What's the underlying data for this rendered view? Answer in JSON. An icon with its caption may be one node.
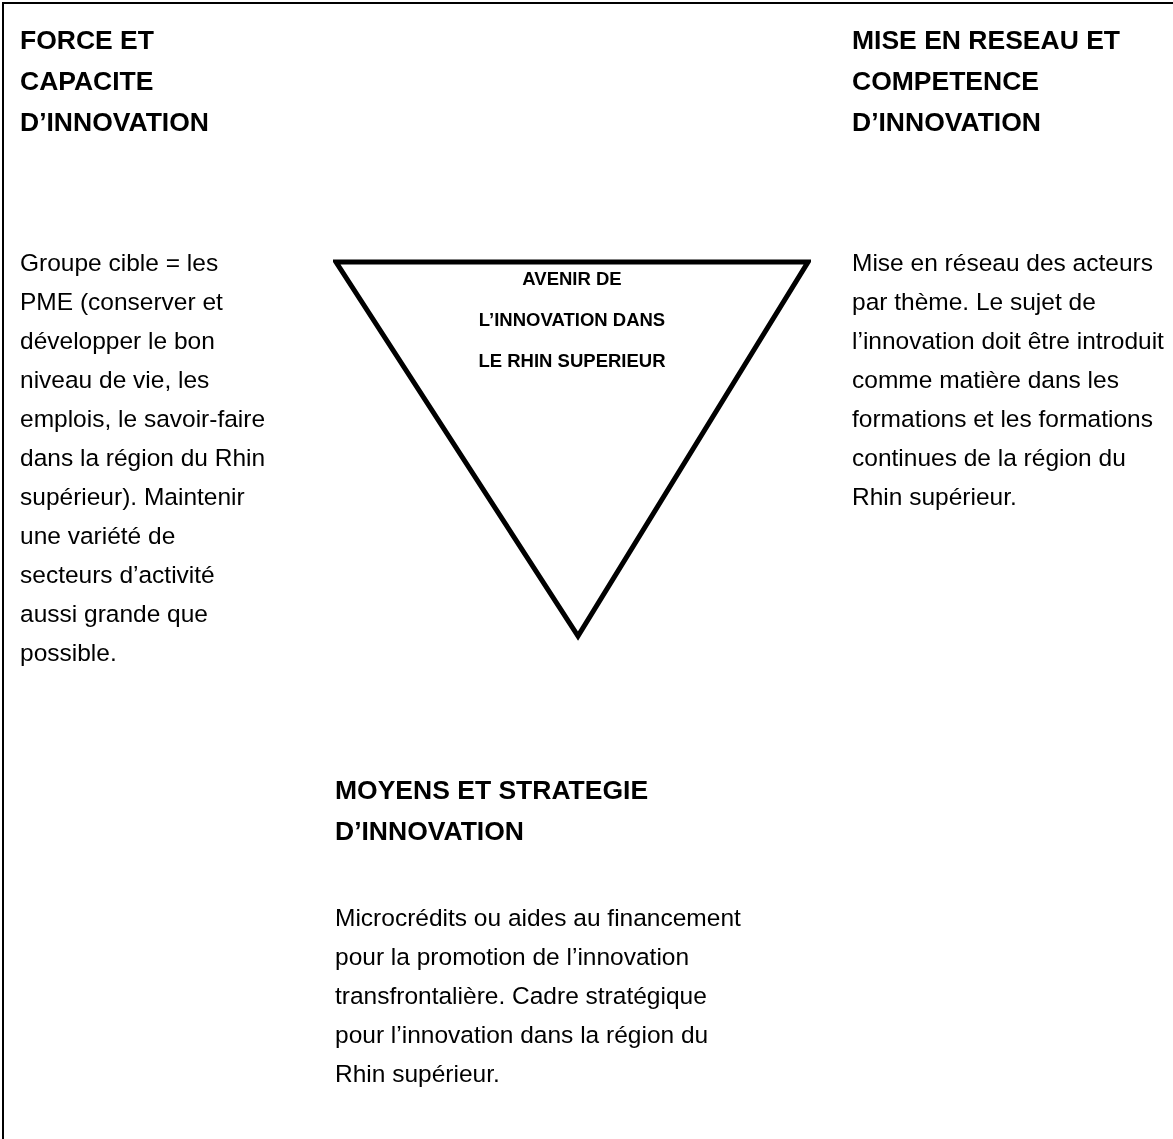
{
  "diagram": {
    "nodes": [
      {
        "text": [
          "AVENIR DE L’INNOVATION DANS LE RHIN SUPERIEUR"
        ]
      }
    ],
    "labels": [
      "FORCE ET CAPACITE D’INNOVATION",
      "MISE EN RESEAU ET COMPETENCE D’INNOVATION",
      "Groupe cible = les PME (conserver et développer le bon niveau de vie, les emplois, le savoir-faire dans la région du Rhin supérieur). Maintenir une variété de secteurs d’activité aussi grande que possible.",
      "Mise en réseau des acteurs par thème. Le sujet de l’innovation doit être introduit comme matière dans les formations et les formations continues de la région du Rhin supérieur.",
      "MOYENS ET STRATEGIE D’INNOVATION",
      "Microcrédits ou aides au financement pour la promotion de l’innovation transfrontalière. Cadre stratégique pour l’innovation dans la région du Rhin supérieur."
    ]
  }
}
